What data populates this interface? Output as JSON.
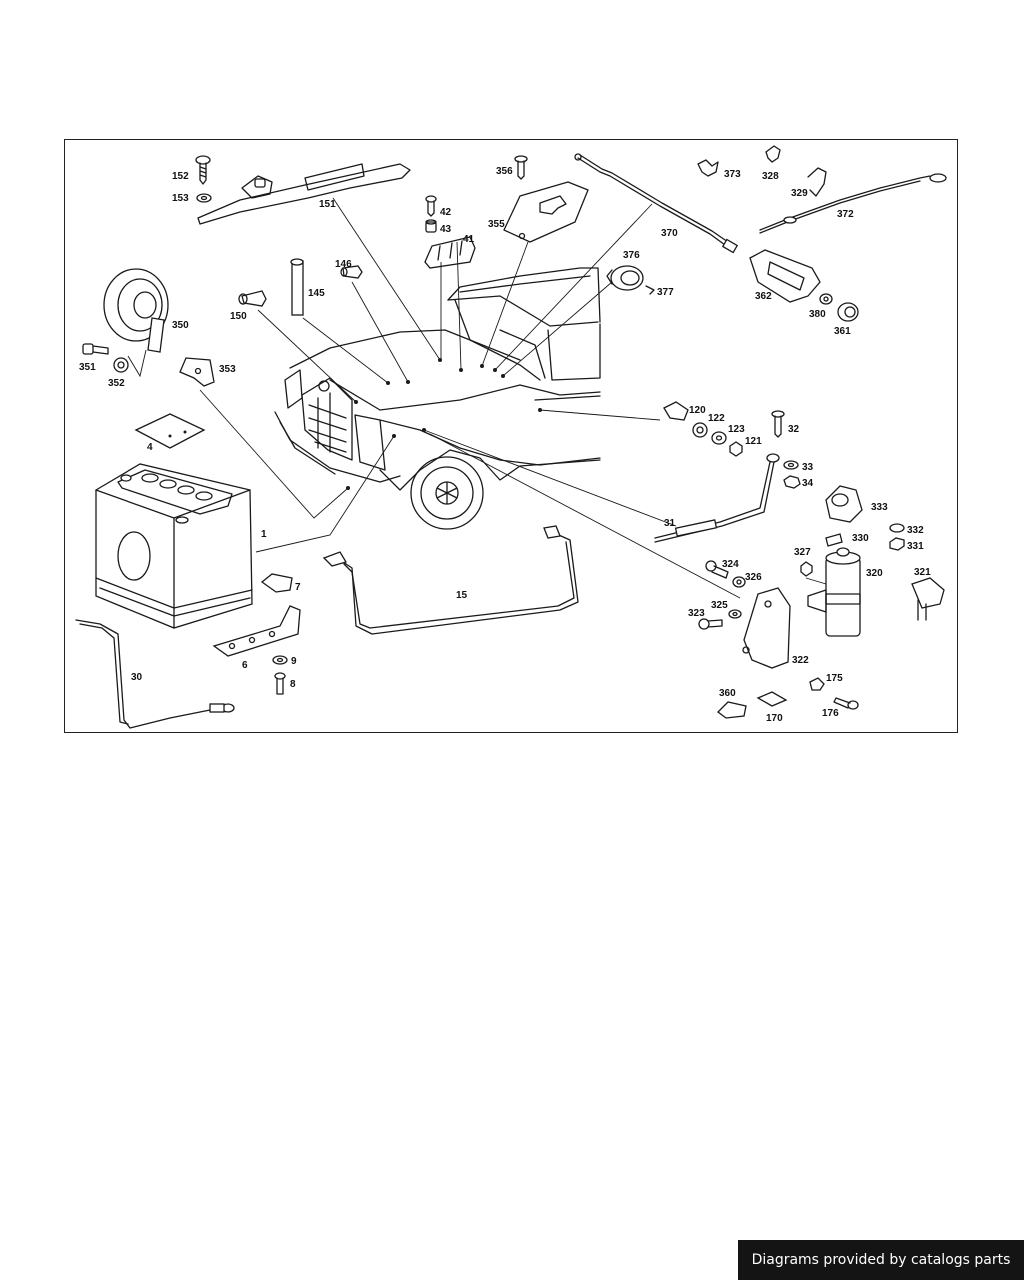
{
  "footer": {
    "credit": "Diagrams provided by catalogs parts"
  },
  "callouts": {
    "n1": "1",
    "n4": "4",
    "n6": "6",
    "n7": "7",
    "n8": "8",
    "n9": "9",
    "n15": "15",
    "n30": "30",
    "n31": "31",
    "n32": "32",
    "n33": "33",
    "n34": "34",
    "n41": "41",
    "n42": "42",
    "n43": "43",
    "n120": "120",
    "n121": "121",
    "n122": "122",
    "n123": "123",
    "n145": "145",
    "n146": "146",
    "n150": "150",
    "n151": "151",
    "n152": "152",
    "n153": "153",
    "n170": "170",
    "n175": "175",
    "n176": "176",
    "n320": "320",
    "n321": "321",
    "n322": "322",
    "n323": "323",
    "n324": "324",
    "n325": "325",
    "n326": "326",
    "n327": "327",
    "n328": "328",
    "n329": "329",
    "n330": "330",
    "n331": "331",
    "n332": "332",
    "n333": "333",
    "n350": "350",
    "n351": "351",
    "n352": "352",
    "n353": "353",
    "n355": "355",
    "n356": "356",
    "n360": "360",
    "n361": "361",
    "n362": "362",
    "n370": "370",
    "n372": "372",
    "n373": "373",
    "n376": "376",
    "n377": "377",
    "n380": "380"
  }
}
